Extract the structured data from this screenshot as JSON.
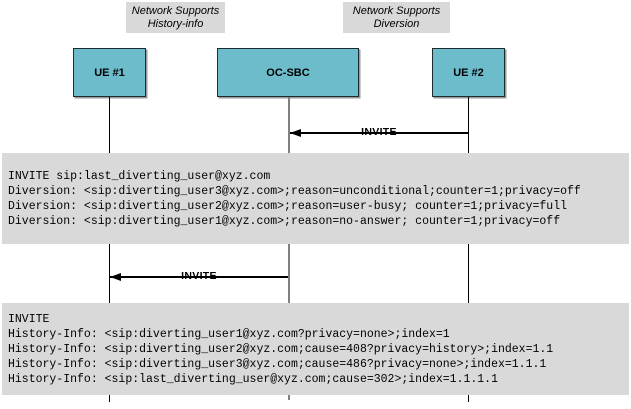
{
  "colors": {
    "actor-fill": "#6cbccb",
    "actor-border": "#1c2b2e",
    "note-fill": "#d9d9d9",
    "block-fill": "#d9d9d9",
    "ocsbc-lifeline": "#808080",
    "line": "#000000"
  },
  "notes": [
    {
      "line1": "Network Supports",
      "line2": "History-info"
    },
    {
      "line1": "Network Supports",
      "line2": "Diversion"
    }
  ],
  "actors": [
    {
      "label": "UE #1"
    },
    {
      "label": "OC-SBC"
    },
    {
      "label": "UE #2"
    }
  ],
  "messages": [
    {
      "label": "INVITE",
      "from": "UE #2",
      "to": "OC-SBC"
    },
    {
      "label": "INVITE",
      "from": "OC-SBC",
      "to": "UE #1"
    }
  ],
  "blocks": [
    {
      "lines": [
        "INVITE sip:last_diverting_user@xyz.com",
        "Diversion: <sip:diverting_user3@xyz.com>;reason=unconditional;counter=1;privacy=off",
        "Diversion: <sip:diverting_user2@xyz.com>;reason=user-busy; counter=1;privacy=full",
        "Diversion: <sip:diverting_user1@xyz.com>;reason=no-answer; counter=1;privacy=off"
      ]
    },
    {
      "lines": [
        "INVITE",
        "History-Info: <sip:diverting_user1@xyz.com?privacy=none>;index=1",
        "History-Info: <sip:diverting_user2@xyz.com;cause=408?privacy=history>;index=1.1",
        "History-Info: <sip:diverting_user3@xyz.com;cause=486?privacy=none>;index=1.1.1",
        "History-Info: <sip:last_diverting_user@xyz.com;cause=302>;index=1.1.1.1"
      ]
    }
  ]
}
